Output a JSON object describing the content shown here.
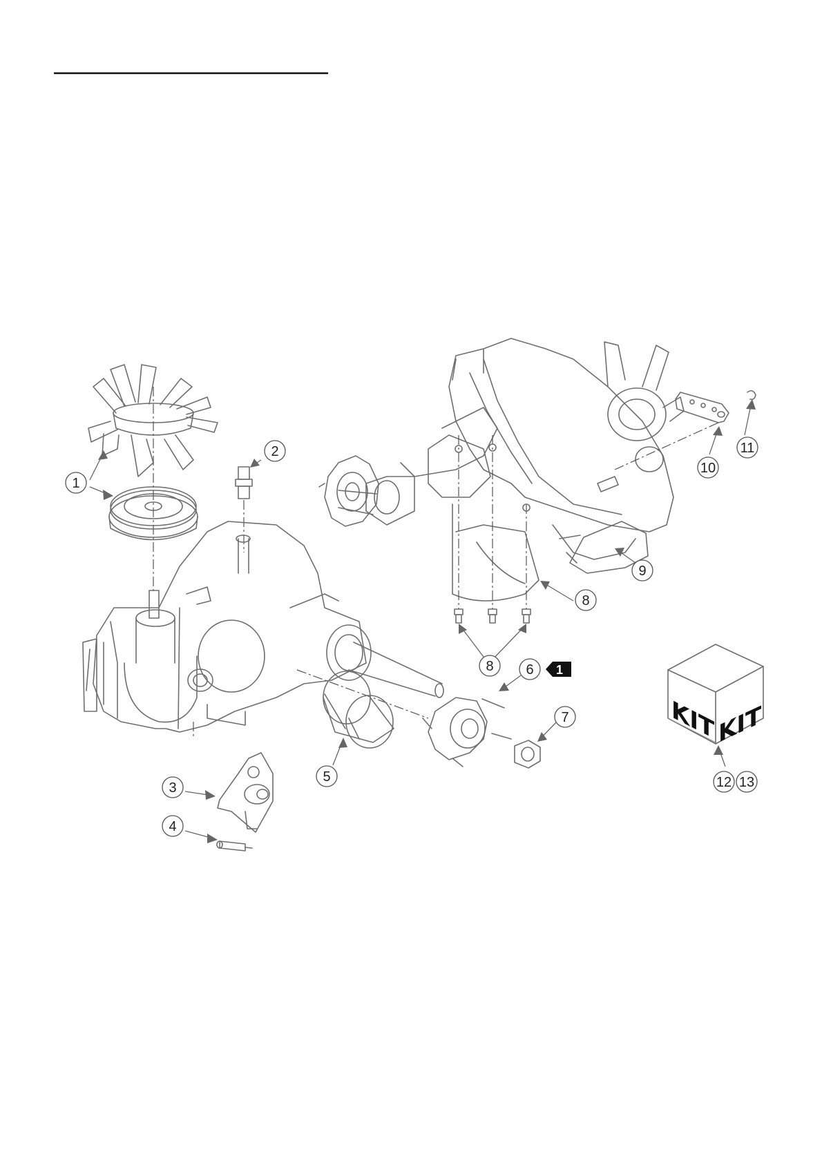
{
  "callouts": [
    {
      "id": "c1",
      "label": "1"
    },
    {
      "id": "c2",
      "label": "2"
    },
    {
      "id": "c3",
      "label": "3"
    },
    {
      "id": "c4",
      "label": "4"
    },
    {
      "id": "c5",
      "label": "5"
    },
    {
      "id": "c6",
      "label": "6"
    },
    {
      "id": "c7",
      "label": "7"
    },
    {
      "id": "c8a",
      "label": "8"
    },
    {
      "id": "c8b",
      "label": "8"
    },
    {
      "id": "c9",
      "label": "9"
    },
    {
      "id": "c10",
      "label": "10"
    },
    {
      "id": "c11",
      "label": "11"
    },
    {
      "id": "c12",
      "label": "12"
    },
    {
      "id": "c13",
      "label": "13"
    }
  ],
  "note_flag": "1",
  "kit_box": {
    "face_left": "KIT",
    "face_right": "KIT"
  }
}
